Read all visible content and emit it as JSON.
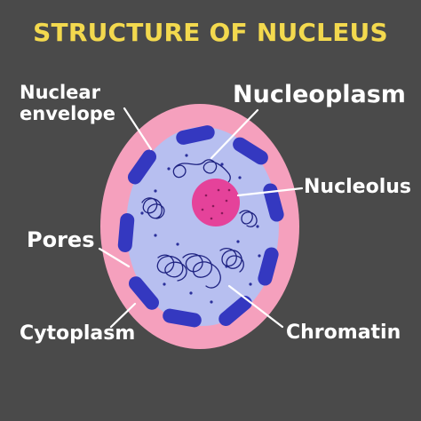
{
  "title": "STRUCTURE OF NUCLEUS",
  "labels": {
    "nuclear_envelope_line1": "Nuclear",
    "nuclear_envelope_line2": "envelope",
    "nucleoplasm": "Nucleoplasm",
    "nucleolus": "Nucleolus",
    "pores": "Pores",
    "cytoplasm": "Cytoplasm",
    "chromatin": "Chromatin"
  },
  "colors": {
    "background": "#4a4a4a",
    "title": "#f3d94e",
    "label": "#ffffff",
    "cytoplasm": "#f5a0bd",
    "nucleoplasm": "#b7bff0",
    "envelope_segments": "#3438c0",
    "nucleolus": "#e5429a",
    "chromatin": "#1e2280"
  }
}
